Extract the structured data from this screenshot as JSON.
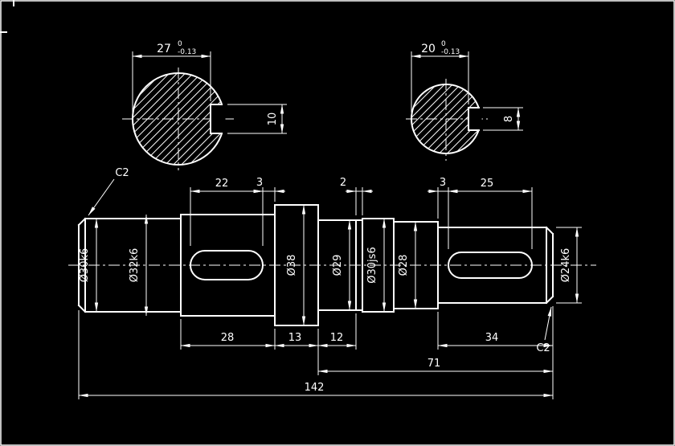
{
  "app": {
    "background": "#000000",
    "line_color": "#ffffff"
  },
  "left_section_view": {
    "width_dim": "27",
    "width_tol_upper": "0",
    "width_tol_lower": "-0.13",
    "keyway_width_dim": "10"
  },
  "right_section_view": {
    "width_dim": "20",
    "width_tol_upper": "0",
    "width_tol_lower": "-0.13",
    "keyway_width_dim": "8"
  },
  "shaft_view": {
    "chamfer_left_label": "C2",
    "chamfer_right_label": "C2",
    "diameter_labels": {
      "seg1": "Ø30k6",
      "seg2": "Ø32k6",
      "seg3": "Ø38",
      "seg4": "Ø29",
      "seg5": "Ø30js6",
      "seg6": "Ø28",
      "seg7": "Ø24k6"
    },
    "top_dims": {
      "keyway_left_len": "22",
      "gap_left": "3",
      "groove": "2",
      "gap_right": "3",
      "keyway_right_len": "25"
    },
    "bottom_dims": {
      "seg2_len": "28",
      "collar_len": "13",
      "seg4_len": "12",
      "seg7_len": "34",
      "right_span": "71",
      "overall_len": "142"
    }
  }
}
